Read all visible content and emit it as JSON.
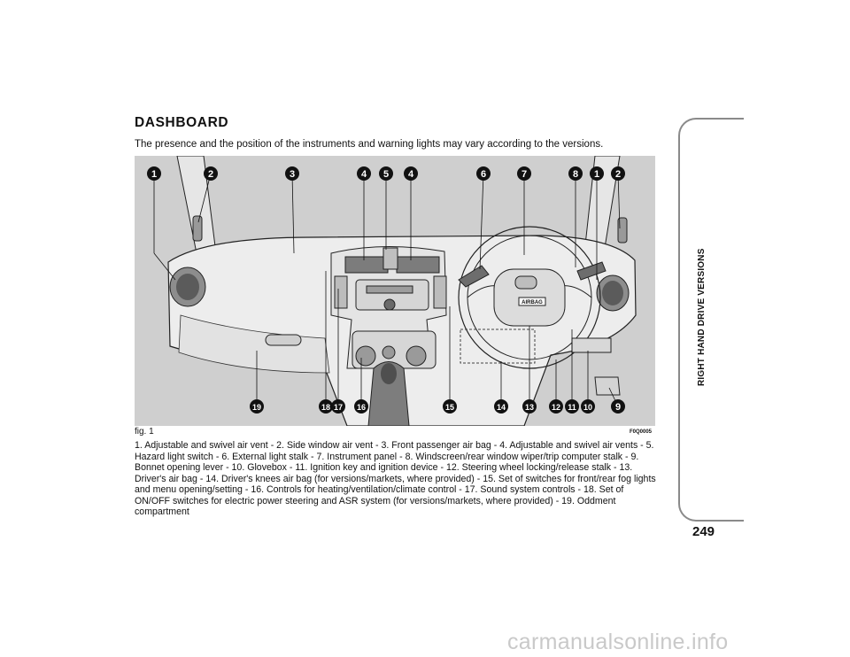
{
  "section_title": "DASHBOARD",
  "intro_text": "The presence and the position of the instruments and warning lights may vary according to the versions.",
  "figure": {
    "label": "fig. 1",
    "code": "F0Q0005",
    "callouts_top": [
      "1",
      "2",
      "3",
      "4",
      "5",
      "4",
      "6",
      "7",
      "8",
      "1",
      "2"
    ],
    "callouts_bottom": [
      "19",
      "18",
      "17",
      "16",
      "15",
      "14",
      "13",
      "12",
      "11",
      "10",
      "9"
    ],
    "airbag_text": "AIRBAG"
  },
  "caption": "1. Adjustable and swivel air vent - 2. Side window air vent - 3. Front passenger air bag - 4. Adjustable and swivel air vents - 5. Hazard light switch - 6. External light stalk - 7. Instrument panel - 8. Windscreen/rear window wiper/trip computer stalk - 9. Bonnet opening lever - 10. Glovebox - 11. Ignition key and ignition device - 12. Steering wheel locking/release stalk - 13. Driver's air bag - 14. Driver's knees air bag (for versions/markets, where provided) - 15. Set of switches for front/rear fog lights and menu opening/setting - 16. Controls for heating/ventilation/climate control - 17. Sound system controls - 18. Set of ON/OFF switches for electric power steering and ASR system (for versions/markets, where provided) - 19. Oddment compartment",
  "sidebar_label": "RIGHT HAND DRIVE VERSIONS",
  "page_number": "249",
  "watermark": "carmanualsonline.info"
}
